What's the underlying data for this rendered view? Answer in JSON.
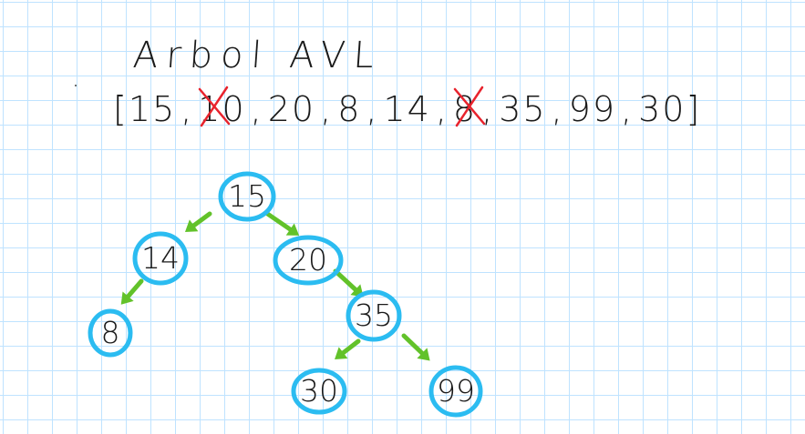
{
  "title": "Arbol AVL",
  "sequence": {
    "open": "[",
    "close": "]",
    "separator": ",",
    "items": [
      {
        "text": "15",
        "crossed": false
      },
      {
        "text": "10",
        "crossed": true
      },
      {
        "text": "20",
        "crossed": false
      },
      {
        "text": "8",
        "crossed": false
      },
      {
        "text": "14",
        "crossed": false
      },
      {
        "text": "8",
        "crossed": true
      },
      {
        "text": "35",
        "crossed": false
      },
      {
        "text": "99",
        "crossed": false
      },
      {
        "text": "30",
        "crossed": false
      }
    ]
  },
  "tree": {
    "nodes": [
      {
        "id": "n15",
        "label": "15"
      },
      {
        "id": "n14",
        "label": "14"
      },
      {
        "id": "n20",
        "label": "20"
      },
      {
        "id": "n8",
        "label": "8"
      },
      {
        "id": "n35",
        "label": "35"
      },
      {
        "id": "n30",
        "label": "30"
      },
      {
        "id": "n99",
        "label": "99"
      }
    ],
    "edges": [
      {
        "from": "n15",
        "to": "n14"
      },
      {
        "from": "n15",
        "to": "n20"
      },
      {
        "from": "n14",
        "to": "n8"
      },
      {
        "from": "n20",
        "to": "n35"
      },
      {
        "from": "n35",
        "to": "n30"
      },
      {
        "from": "n35",
        "to": "n99"
      }
    ]
  },
  "colors": {
    "node_ring": "#2bbcf1",
    "arrow": "#62c22a",
    "cross": "#e8232d",
    "grid": "#bfe3ff",
    "ink": "#1a1a1a"
  }
}
